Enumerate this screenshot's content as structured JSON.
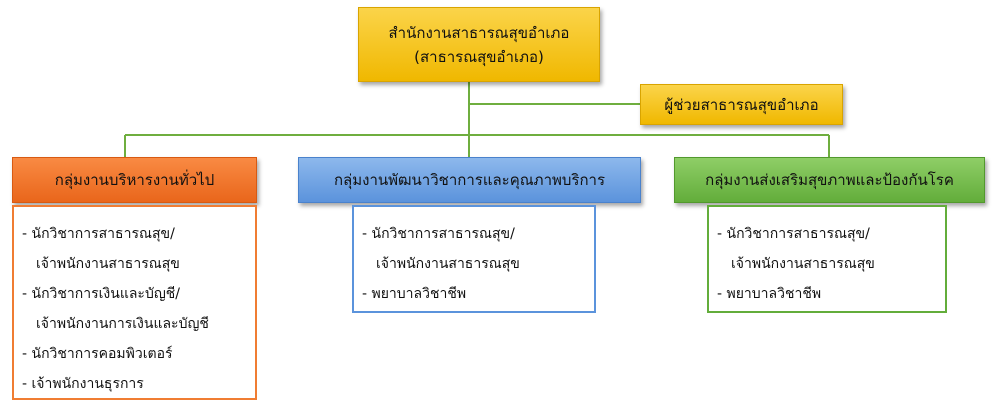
{
  "top": {
    "line1": "สำนักงานสาธารณสุขอำเภอ",
    "line2": "(สาธารณสุขอำเภอ)"
  },
  "assistant": "ผู้ช่วยสาธารณสุขอำเภอ",
  "groups": [
    {
      "title": "กลุ่มงานบริหารงานทั่วไป",
      "color": "#f07d33",
      "items": [
        "- นักวิชาการสาธารณสุข/",
        "เจ้าพนักงานสาธารณสุข",
        "- นักวิชาการเงินและบัญชี/",
        "เจ้าพนักงานการเงินและบัญชี",
        "- นักวิชาการคอมพิวเตอร์",
        "- เจ้าพนักงานธุรการ"
      ]
    },
    {
      "title": "กลุ่มงานพัฒนาวิชาการและคุณภาพบริการ",
      "color": "#5b93dc",
      "items": [
        "- นักวิชาการสาธารณสุข/",
        "เจ้าพนักงานสาธารณสุข",
        "- พยาบาลวิชาชีพ"
      ]
    },
    {
      "title": "กลุ่มงานส่งเสริมสุขภาพและป้องกันโรค",
      "color": "#63ad3b",
      "items": [
        "- นักวิชาการสาธารณสุข/",
        "เจ้าพนักงานสาธารณสุข",
        "- พยาบาลวิชาชีพ"
      ]
    }
  ],
  "connector_color": "#6fae3f"
}
